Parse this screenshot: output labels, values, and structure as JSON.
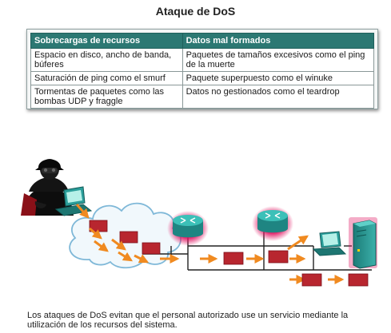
{
  "title": "Ataque de DoS",
  "table": {
    "headers": [
      "Sobrecargas de recursos",
      "Datos mal formados"
    ],
    "rows": [
      [
        "Espacio en disco, ancho de banda, búferes",
        "Paquetes de tamaños excesivos como el ping de la muerte"
      ],
      [
        "Saturación de ping como el smurf",
        "Paquete superpuesto como el winuke"
      ],
      [
        "Tormentas de paquetes como las bombas UDP y fraggle",
        "Datos no gestionados como el teardrop"
      ]
    ]
  },
  "caption": "Los ataques de DoS evitan que el personal autorizado use un servicio mediante la utilización de los recursos del sistema.",
  "colors": {
    "header_bg": "#2c7873",
    "packet": "#b8262f",
    "arrow": "#f08a20",
    "router": "#2a9e9a",
    "glow": "#e0115f",
    "cloud_stroke": "#7fb8d8"
  },
  "icons": [
    "hacker-icon",
    "laptop-icon",
    "cloud-icon",
    "router-icon",
    "server-icon",
    "packet-icon"
  ]
}
